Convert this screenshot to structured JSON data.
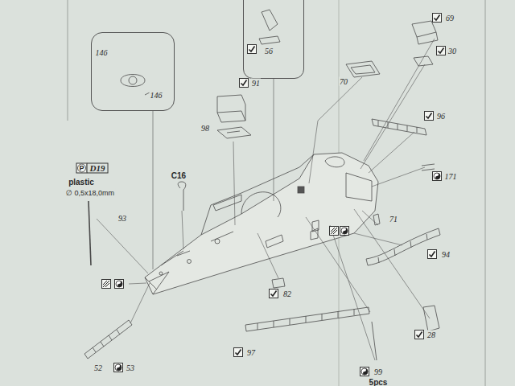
{
  "diagram": {
    "nodes": [
      {
        "text": [
          "146",
          "146"
        ]
      },
      {
        "text": [
          "56"
        ]
      }
    ],
    "labels": [
      "69",
      "30",
      "70",
      "91",
      "96",
      "98",
      "P",
      "D19",
      "plastic",
      "∅ 0,5x18,0mm",
      "C16",
      "171",
      "93",
      "71",
      "94",
      "82",
      "28",
      "97",
      "52",
      "53",
      "99",
      "5pcs"
    ]
  }
}
